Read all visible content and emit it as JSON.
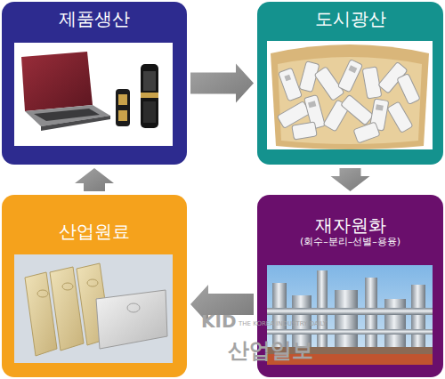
{
  "diagram": {
    "nodes": [
      {
        "text": [
          "제품생산"
        ]
      },
      {
        "text": [
          "도시광산"
        ]
      },
      {
        "text": [
          "산업원료"
        ]
      },
      {
        "text": [
          "재자원화",
          "(회수–분리–선별–용융)"
        ]
      }
    ],
    "edges": [
      {
        "from": 0,
        "to": 1,
        "arrow": "to"
      },
      {
        "from": 1,
        "to": 3,
        "arrow": "to"
      },
      {
        "from": 3,
        "to": 2,
        "arrow": "to"
      },
      {
        "from": 2,
        "to": 0,
        "arrow": "to"
      }
    ],
    "labels": [
      "KID",
      "THE KOREA INDUSTRY DAILY",
      "산업일보"
    ]
  }
}
